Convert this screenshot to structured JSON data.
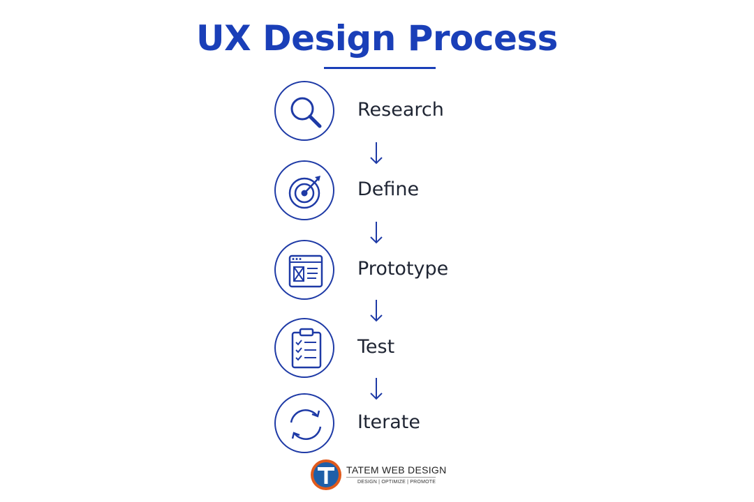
{
  "title": "UX Design Process",
  "accent_color": "#1a3fb8",
  "steps": [
    {
      "label": "Research",
      "icon": "magnifier-icon"
    },
    {
      "label": "Define",
      "icon": "target-icon"
    },
    {
      "label": "Prototype",
      "icon": "wireframe-icon"
    },
    {
      "label": "Test",
      "icon": "clipboard-checklist-icon"
    },
    {
      "label": "Iterate",
      "icon": "refresh-cycle-icon"
    }
  ],
  "footer": {
    "brand": "TATEM WEB DESIGN",
    "tagline": "DESIGN | OPTIMIZE | PROMOTE"
  }
}
